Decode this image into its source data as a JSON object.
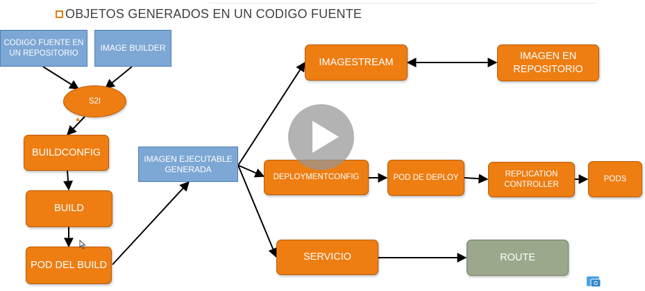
{
  "slide": {
    "title": "OBJETOS GENERADOS EN UN CODIGO FUENTE"
  },
  "nodes": {
    "codigo_fuente": "CODIGO FUENTE EN UN REPOSITORIO",
    "image_builder": "IMAGE BUILDER",
    "s2i": "S2I",
    "buildconfig": "BUILDCONFIG",
    "build": "BUILD",
    "pod_build": "POD DEL BUILD",
    "imagen_ejecutable": "IMAGEN EJECUTABLE GENERADA",
    "imagestream": "IMAGESTREAM",
    "imagen_repositorio": "IMAGEN EN REPOSITORIO",
    "deploymentconfig": "DEPLOYMENTCONFIG",
    "pod_deploy": "POD DE DEPLOY",
    "replication_controller": "REPLICATION CONTROLLER",
    "pods": "PODS",
    "servicio": "SERVICIO",
    "route": "ROUTE"
  },
  "colors": {
    "process": "#ee7d12",
    "source": "#7da7d4",
    "route": "#9ba88c",
    "title_bullet": "#e07b10"
  },
  "edges": [
    {
      "from": "codigo_fuente",
      "to": "s2i"
    },
    {
      "from": "image_builder",
      "to": "s2i"
    },
    {
      "from": "s2i",
      "to": "buildconfig"
    },
    {
      "from": "buildconfig",
      "to": "build"
    },
    {
      "from": "build",
      "to": "pod_build"
    },
    {
      "from": "pod_build",
      "to": "imagen_ejecutable"
    },
    {
      "from": "imagen_ejecutable",
      "to": "imagestream"
    },
    {
      "from": "imagen_ejecutable",
      "to": "deploymentconfig"
    },
    {
      "from": "imagen_ejecutable",
      "to": "servicio"
    },
    {
      "from": "imagestream",
      "to": "imagen_repositorio",
      "bidirectional": true
    },
    {
      "from": "deploymentconfig",
      "to": "pod_deploy"
    },
    {
      "from": "pod_deploy",
      "to": "replication_controller"
    },
    {
      "from": "replication_controller",
      "to": "pods"
    },
    {
      "from": "servicio",
      "to": "route"
    }
  ],
  "overlay": {
    "play_icon": "play-icon",
    "corner_icon": "window-icon"
  }
}
